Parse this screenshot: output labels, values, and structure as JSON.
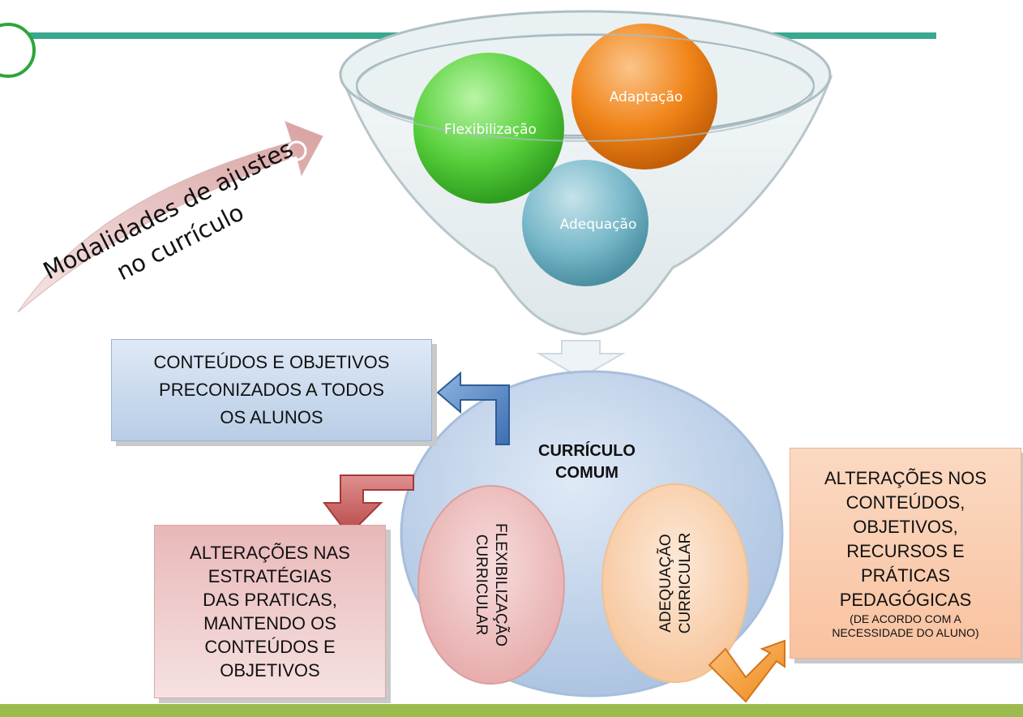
{
  "funnel": {
    "flexibilizacao": "Flexibilização",
    "adaptacao": "Adaptação",
    "adequacao": "Adequação"
  },
  "arrow_text": {
    "line1": "Modalidades de ajustes",
    "line2": "no currículo"
  },
  "center": {
    "title_line1": "CURRÍCULO",
    "title_line2": "COMUM",
    "inner_left_line1": "FLEXIBILIZAÇÃO",
    "inner_left_line2": "CURRICULAR",
    "inner_right_line1": "ADEQUAÇÃO",
    "inner_right_line2": "CURRICULAR"
  },
  "boxes": {
    "blue_lines": [
      "CONTEÚDOS E OBJETIVOS",
      "PRECONIZADOS A TODOS",
      "OS ALUNOS"
    ],
    "red_lines": [
      "ALTERAÇÕES NAS",
      "ESTRATÉGIAS",
      "DAS PRATICAS,",
      "MANTENDO OS",
      "CONTEÚDOS E",
      "OBJETIVOS"
    ],
    "orange_lines": [
      "ALTERAÇÕES NOS",
      "CONTEÚDOS,",
      "OBJETIVOS,",
      "RECURSOS E",
      "PRÁTICAS",
      "PEDAGÓGICAS"
    ],
    "orange_note_lines": [
      "(DE ACORDO COM A",
      "NECESSIDADE DO ALUNO)"
    ]
  },
  "colors": {
    "top_band": "#3aa88e",
    "bottom_band": "#9bbb4f",
    "green_sphere": "#5fd64a",
    "orange_sphere": "#f28a1c",
    "teal_sphere": "#6fb4c6",
    "center_ellipse": "#b9cde6"
  }
}
